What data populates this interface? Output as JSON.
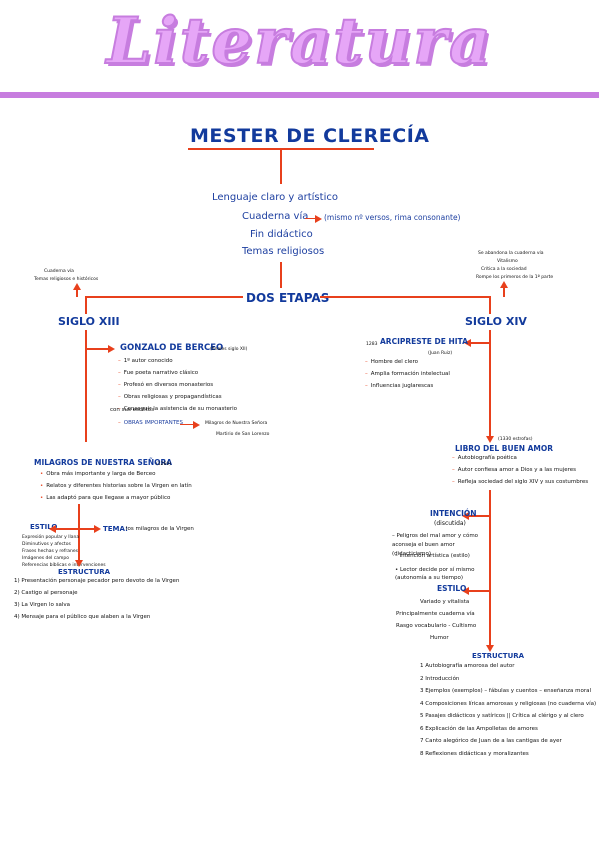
{
  "title": "Literatura",
  "main_heading": "MESTER DE CLERECÍA",
  "features": [
    "Lenguaje claro y artístico",
    "Cuaderna vía",
    "(mismo nº versos, rima consonante)",
    "Fin didáctico",
    "Temas religiosos"
  ],
  "dos_etapas": "DOS ETAPAS",
  "left": {
    "note": [
      "Cuaderna vía",
      "Temas religiosos e históricos"
    ],
    "siglo": "SIGLO XIII",
    "berceo": {
      "heading": "GONZALO DE BERCEO",
      "heading_note": "(finales siglo XII)",
      "points": [
        "1º autor conocido",
        "Fue poeta narrativo clásico",
        "Profesó en diversos monasterios",
        "Obras religiosas y propagandísticas",
        "Conseguir la asistencia de su monasterio",
        "con sus escritos"
      ],
      "obras_label": "OBRAS IMPORTANTES",
      "obras": [
        "Milagros de Nuestra Señora",
        "Martirio de San Lorenzo"
      ]
    },
    "milagros": {
      "heading": "MILAGROS DE NUESTRA SEÑORA",
      "year": "(1260)",
      "points": [
        "Obra más importante y larga de Berceo",
        "Relatos y diferentes historias sobre la Virgen en latín",
        "Las adaptó para que llegase a mayor público"
      ]
    },
    "estilo": {
      "heading": "ESTILO",
      "points": [
        "Expresión popular y llana",
        "Diminutivos y afectos",
        "Frases hechas y refranes",
        "Imágenes del campo",
        "Referencias bíblicas e intervenciones"
      ]
    },
    "tema": {
      "label": "TEMA:",
      "text": "los milagros de la Virgen"
    },
    "estructura": {
      "heading": "ESTRUCTURA",
      "points": [
        "1) Presentación personaje pecador pero devoto de la Virgen",
        "2) Castigo al personaje",
        "3) La Virgen lo salva",
        "4) Mensaje para el público que alaben a la Virgen"
      ]
    }
  },
  "right": {
    "note": [
      "Se abandona la cuaderna vía",
      "Vitalismo",
      "Crítica a la sociedad",
      "Rompe los primeros de la 1ª parte"
    ],
    "siglo": "SIGLO XIV",
    "hita": {
      "prefix": "ARCIPRESTE DE HITA",
      "prefix_small": "1283",
      "sub": "(Juan Ruiz)",
      "points": [
        "Hombre del clero",
        "Amplia formación intelectual",
        "Influencias juglarescas"
      ]
    },
    "libro": {
      "note": "(1330 estrofas)",
      "heading": "LIBRO DEL BUEN AMOR",
      "points": [
        "Autobiografía poética",
        "Autor confiesa amor a Dios y a las mujeres",
        "Refleja sociedad del siglo XIV y sus costumbres"
      ]
    },
    "intencion": {
      "heading": "INTENCIÓN",
      "sub": "(discutida)",
      "points": [
        "– Peligros del mal amor y cómo aconseja el buen amor (didacticismo)",
        "– Intención artística (estilo)",
        "• Lector decide por sí mismo (autonomía a su tiempo)"
      ]
    },
    "estilo": {
      "heading": "ESTILO",
      "points": [
        "Variado y vitalista",
        "Principalmente cuaderna vía",
        "Rasgo vocabulario - Cultismo",
        "Humor"
      ]
    },
    "estructura": {
      "heading": "ESTRUCTURA",
      "points": [
        "1 Autobiografía amorosa del autor",
        "2 Introducción",
        "3 Ejemplos (exemplos) – fábulas y cuentos – enseñanza moral",
        "4 Composiciones líricas amorosas y religiosas (no cuaderna vía)",
        "5 Pasajes didácticos y satíricos || Crítica al clérigo y al clero",
        "6 Explicación de las Ampolletas de amores",
        "7 Canto alegórico de Juan de a las cantigas de ayer",
        "8 Reflexiones didácticas y moralizantes"
      ]
    }
  },
  "colors": {
    "accent": "#e8401c",
    "blue": "#1d3fa0",
    "title": "#e6a6f7",
    "band": "#c77ddf"
  }
}
